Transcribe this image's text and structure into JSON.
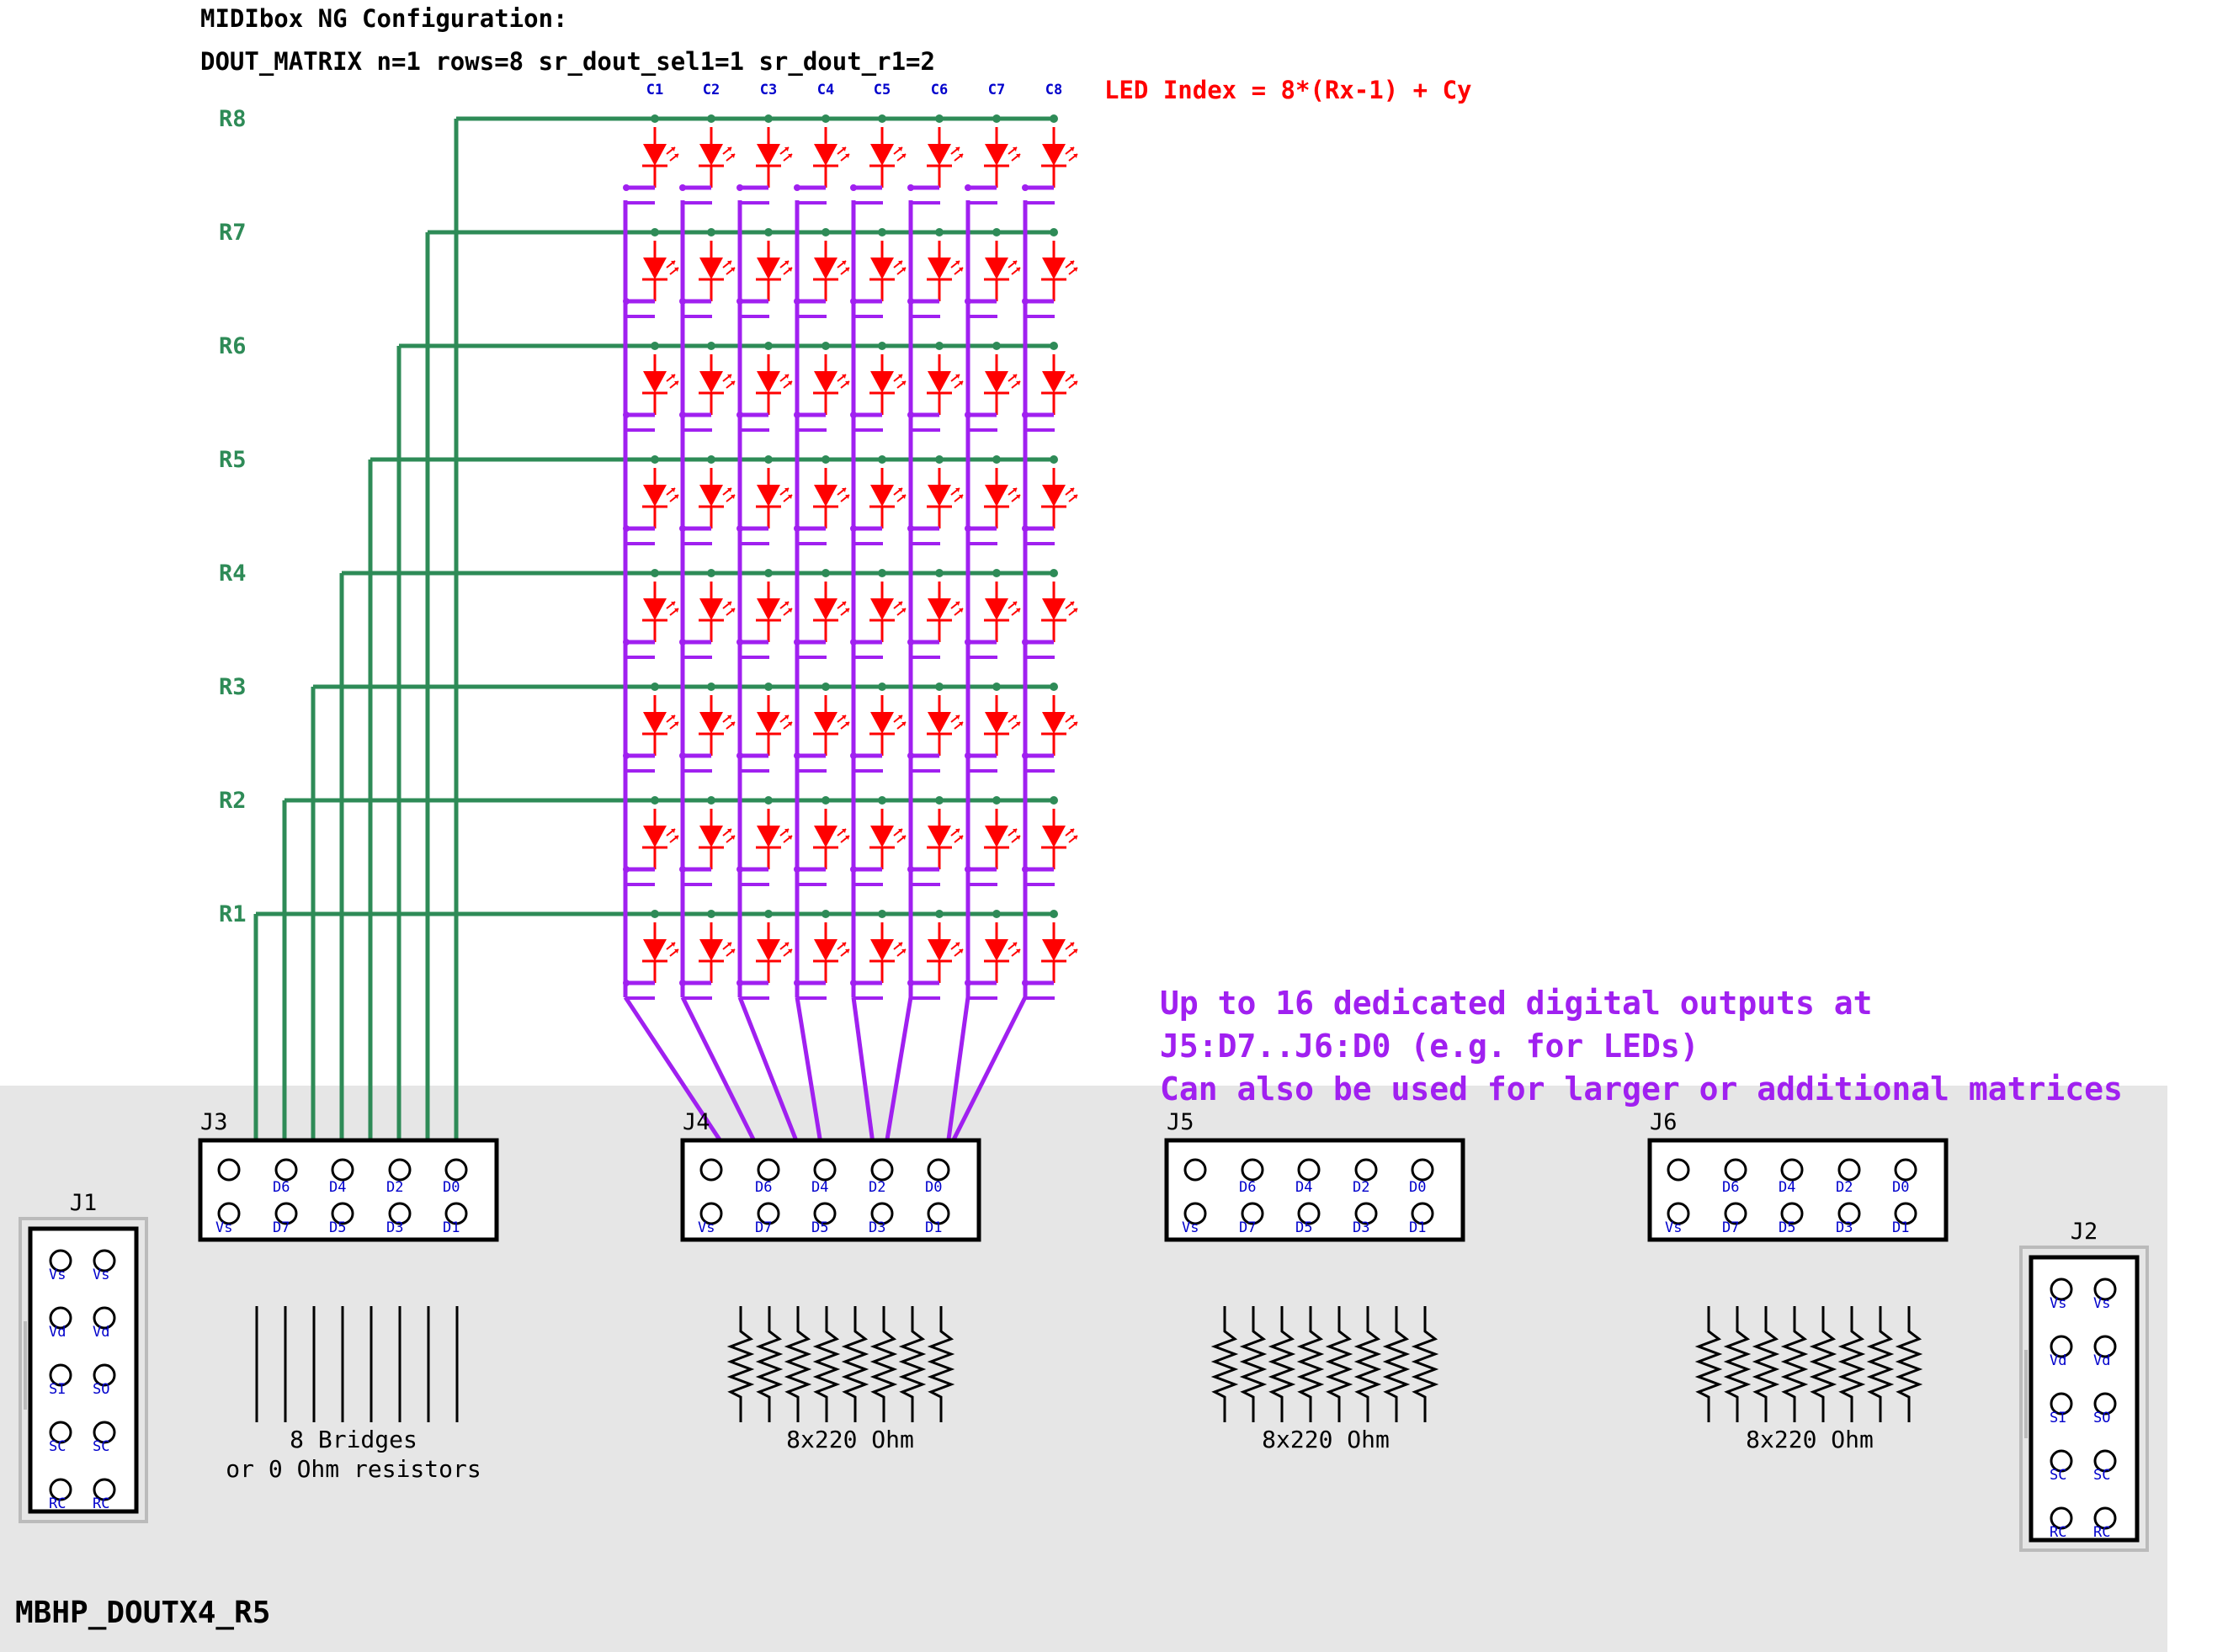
{
  "header": {
    "line1": "MIDIbox NG Configuration:",
    "line2": "DOUT_MATRIX n=1 rows=8 sr_dout_sel1=1 sr_dout_r1=2"
  },
  "formula": "LED Index = 8*(Rx-1) + Cy",
  "rows": [
    "R8",
    "R7",
    "R6",
    "R5",
    "R4",
    "R3",
    "R2",
    "R1"
  ],
  "columns": [
    "C1",
    "C2",
    "C3",
    "C4",
    "C5",
    "C6",
    "C7",
    "C8"
  ],
  "note": {
    "line1": "Up to 16 dedicated digital outputs at",
    "line2": "J5:D7..J6:D0 (e.g. for LEDs)",
    "line3": "Can also be used for larger or additional matrices"
  },
  "connectors": {
    "douts": [
      "J3",
      "J4",
      "J5",
      "J6"
    ],
    "top_pins": [
      "",
      "D6",
      "D4",
      "D2",
      "D0"
    ],
    "bottom_pins": [
      "Vs",
      "D7",
      "D5",
      "D3",
      "D1"
    ],
    "j1": "J1",
    "j2": "J2",
    "side_pins": [
      [
        "Vs",
        "Vs"
      ],
      [
        "Vd",
        "Vd"
      ],
      [
        "SI",
        "SO"
      ],
      [
        "SC",
        "SC"
      ],
      [
        "RC",
        "RC"
      ]
    ]
  },
  "captions": {
    "bridges_line1": "8 Bridges",
    "bridges_line2": "or 0 Ohm resistors",
    "resistors": "8x220 Ohm"
  },
  "board_name": "MBHP_DOUTX4_R5",
  "colors": {
    "row_wire": "#2e8b57",
    "col_wire": "#a020f0",
    "led": "#ff0000",
    "pin_label": "#0000cc",
    "board_bg": "#e6e6e6"
  }
}
